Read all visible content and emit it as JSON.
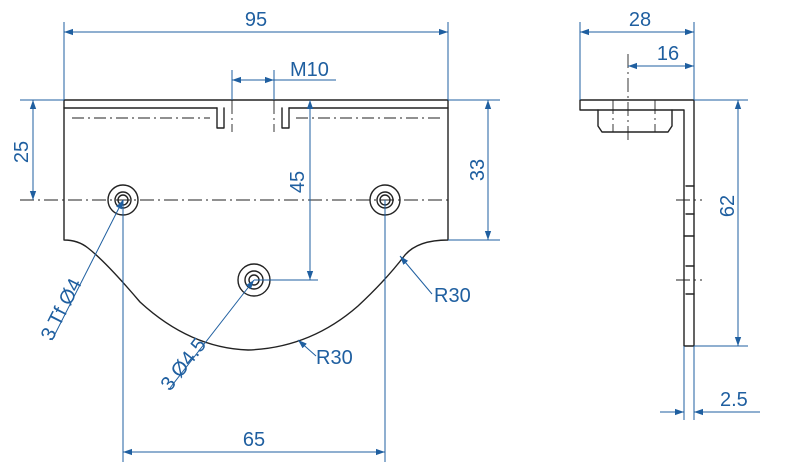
{
  "colors": {
    "dimension": "#1f5fa0",
    "outline": "#222222",
    "background": "#ffffff"
  },
  "front_view": {
    "width_label": "95",
    "thread_label": "M10",
    "height_left_label": "25",
    "height_center_label": "45",
    "height_right_label": "33",
    "tapped_holes_label": "3 Tf Ø4",
    "through_holes_label": "3 Ø4.5",
    "radius_right_label": "R30",
    "radius_bottom_label": "R30",
    "hole_spacing_label": "65"
  },
  "side_view": {
    "width_label": "28",
    "offset_label": "16",
    "height_label": "62",
    "thickness_label": "2.5"
  }
}
